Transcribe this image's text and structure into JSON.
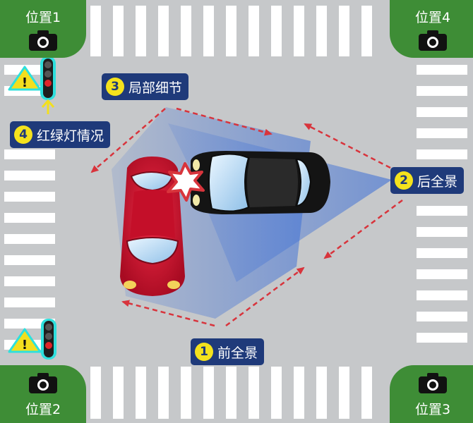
{
  "corners": {
    "top_left": {
      "label": "位置1",
      "icon": "camera-icon"
    },
    "top_right": {
      "label": "位置4",
      "icon": "camera-icon"
    },
    "bottom_left": {
      "label": "位置2",
      "icon": "camera-icon"
    },
    "bottom_right": {
      "label": "位置3",
      "icon": "camera-icon"
    }
  },
  "tags": {
    "front": {
      "number": "1",
      "label": "前全景"
    },
    "rear": {
      "number": "2",
      "label": "后全景"
    },
    "detail": {
      "number": "3",
      "label": "局部细节"
    },
    "signal": {
      "number": "4",
      "label": "红绿灯情况"
    }
  },
  "warning_symbol": "!",
  "colors": {
    "road": "#c6c8ca",
    "crosswalk": "#ffffff",
    "corner_green": "#3e8d36",
    "tag_navy": "#1f3a7a",
    "number_badge": "#f4e21d",
    "red_car": "#d4112f",
    "black_car": "#141414",
    "dashed_path": "#d8343c",
    "view_cone": "#3d6fd6",
    "warning_yellow": "#f3df1e"
  }
}
